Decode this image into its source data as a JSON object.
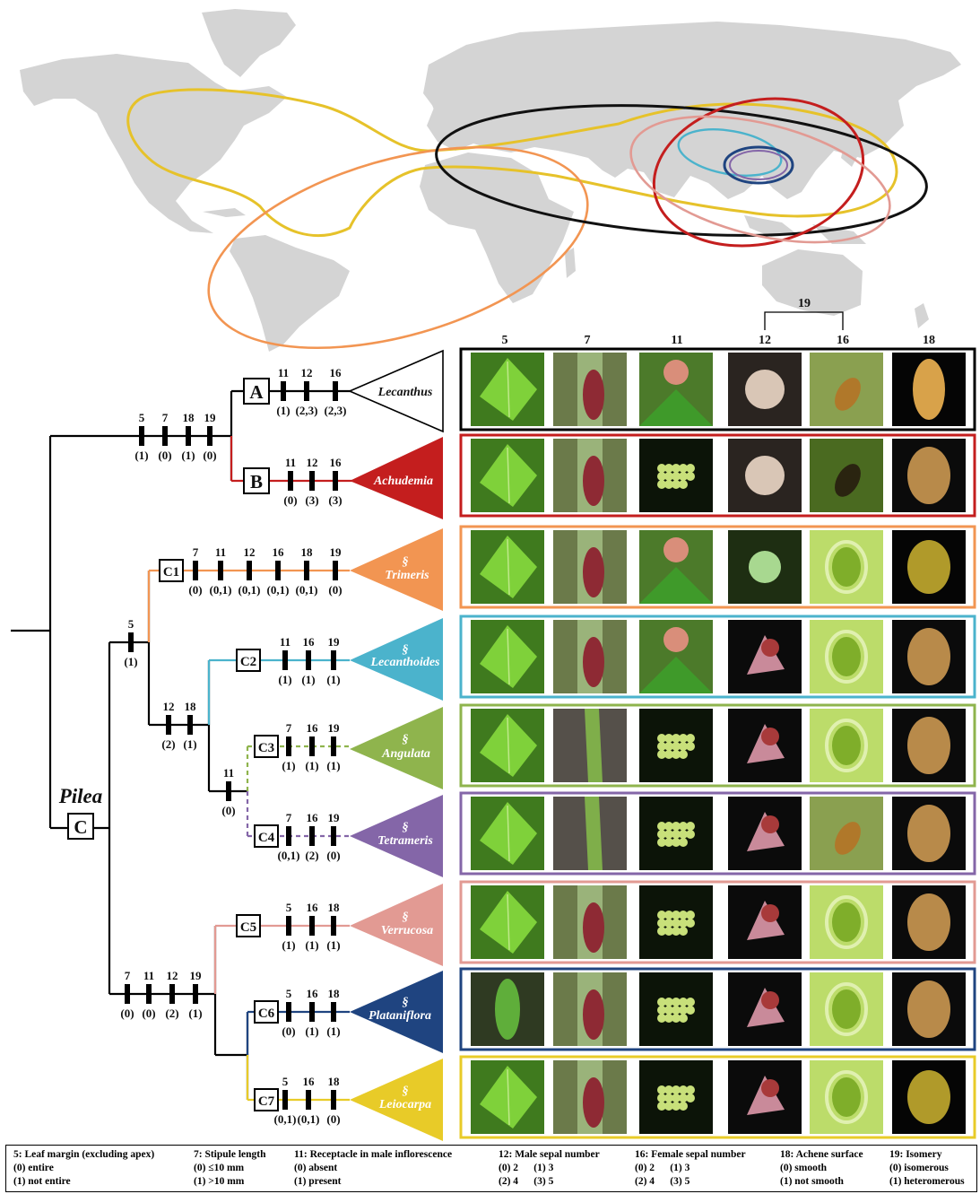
{
  "genus": "Pilea",
  "nodes": {
    "A": "A",
    "B": "B",
    "C": "C",
    "C1": "C1",
    "C2": "C2",
    "C3": "C3",
    "C4": "C4",
    "C5": "C5",
    "C6": "C6",
    "C7": "C7"
  },
  "clades": {
    "lecanthus": "Lecanthus",
    "achudemia": "Achudemia",
    "trimeris": "Trimeris",
    "lecanthoides": "Lecanthoides",
    "angulata": "Angulata",
    "tetrameris": "Tetrameris",
    "verrucosa": "Verrucosa",
    "plataniflora": "Plataniflora",
    "leiocarpa": "Leiocarpa",
    "section_mark": "§"
  },
  "branch_chars": {
    "root_top": {
      "ids": [
        "5",
        "7",
        "18",
        "19"
      ],
      "states": [
        "(1)",
        "(0)",
        "(1)",
        "(0)"
      ]
    },
    "A": {
      "ids": [
        "11",
        "12",
        "16"
      ],
      "states": [
        "(1)",
        "(2,3)",
        "(2,3)"
      ]
    },
    "B": {
      "ids": [
        "11",
        "12",
        "16"
      ],
      "states": [
        "(0)",
        "(3)",
        "(3)"
      ]
    },
    "C1": {
      "ids": [
        "7",
        "11",
        "12",
        "16",
        "18",
        "19"
      ],
      "states": [
        "(0)",
        "(0,1)",
        "(0,1)",
        "(0,1)",
        "(0,1)",
        "(0)"
      ]
    },
    "c1c2": {
      "ids": [
        "5"
      ],
      "states": [
        "(1)"
      ]
    },
    "C2": {
      "ids": [
        "11",
        "16",
        "19"
      ],
      "states": [
        "(1)",
        "(1)",
        "(1)"
      ]
    },
    "c2stem": {
      "ids": [
        "12",
        "18"
      ],
      "states": [
        "(2)",
        "(1)"
      ]
    },
    "c34stem": {
      "ids": [
        "11"
      ],
      "states": [
        "(0)"
      ]
    },
    "C3": {
      "ids": [
        "7",
        "16",
        "19"
      ],
      "states": [
        "(1)",
        "(1)",
        "(1)"
      ]
    },
    "C4": {
      "ids": [
        "7",
        "16",
        "19"
      ],
      "states": [
        "(0,1)",
        "(2)",
        "(0)"
      ]
    },
    "c57stem": {
      "ids": [
        "7",
        "11",
        "12",
        "19"
      ],
      "states": [
        "(0)",
        "(0)",
        "(2)",
        "(1)"
      ]
    },
    "C5": {
      "ids": [
        "5",
        "16",
        "18"
      ],
      "states": [
        "(1)",
        "(1)",
        "(1)"
      ]
    },
    "C6": {
      "ids": [
        "5",
        "16",
        "18"
      ],
      "states": [
        "(0)",
        "(1)",
        "(1)"
      ]
    },
    "C7": {
      "ids": [
        "5",
        "16",
        "18"
      ],
      "states": [
        "(0,1)",
        "(0,1)",
        "(0)"
      ]
    }
  },
  "photo_columns": [
    "5",
    "7",
    "11",
    "12",
    "16",
    "18"
  ],
  "photo_bracket_label": "19",
  "colors": {
    "lecanthus": "#ffffff",
    "achudemia": "#c41e1e",
    "trimeris": "#f29552",
    "lecanthoides": "#4bb3cc",
    "angulata": "#8fb44d",
    "tetrameris": "#8466a8",
    "verrucosa": "#e29a93",
    "plataniflora": "#1f4480",
    "leiocarpa": "#e8cb28"
  },
  "legend": [
    {
      "title": "5: Leaf margin (excluding apex)",
      "lines": [
        "(0) entire",
        "(1) not entire"
      ]
    },
    {
      "title": "7: Stipule length",
      "lines": [
        "(0) ≤10 mm",
        "(1) >10 mm"
      ]
    },
    {
      "title": "11: Receptacle in male inflorescence",
      "lines": [
        "(0) absent",
        "(1) present"
      ]
    },
    {
      "title": "12: Male sepal number",
      "lines": [
        "(0) 2      (1) 3",
        "(2) 4      (3) 5"
      ]
    },
    {
      "title": "16: Female sepal number",
      "lines": [
        "(0) 2      (1) 3",
        "(2) 4      (3) 5"
      ]
    },
    {
      "title": "18: Achene surface",
      "lines": [
        "(0) smooth",
        "(1) not smooth"
      ]
    },
    {
      "title": "19: Isomery",
      "lines": [
        "(0) isomerous",
        "(1) heteromerous"
      ]
    }
  ]
}
